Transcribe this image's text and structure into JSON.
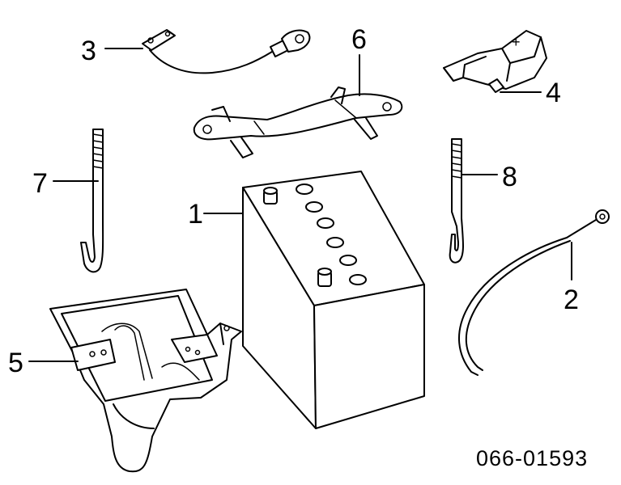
{
  "callouts": [
    {
      "number": "1",
      "part": "battery"
    },
    {
      "number": "2",
      "part": "cable"
    },
    {
      "number": "3",
      "part": "cable"
    },
    {
      "number": "4",
      "part": "terminal-cover"
    },
    {
      "number": "5",
      "part": "tray"
    },
    {
      "number": "6",
      "part": "hold-down-clamp"
    },
    {
      "number": "7",
      "part": "hold-down-bolt"
    },
    {
      "number": "8",
      "part": "hold-down-bolt"
    }
  ],
  "cover_symbol": "+",
  "diagram_code": "066-01593"
}
